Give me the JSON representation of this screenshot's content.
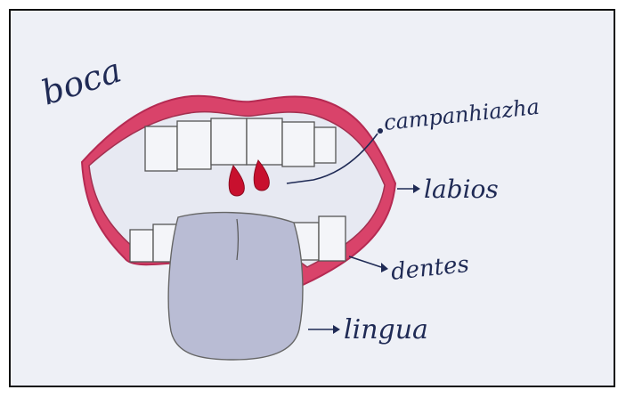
{
  "title": "boca",
  "labels": {
    "uvula": "campanhiazha",
    "lips": "labios",
    "teeth": "dentes",
    "tongue": "lingua"
  },
  "colors": {
    "paper": "#eef0f6",
    "lips": "#d9436a",
    "lips_light": "#f2a6bb",
    "tongue": "#b9bcd4",
    "uvula": "#c8102e",
    "ink": "#1f2a55",
    "pencil": "#444444"
  }
}
